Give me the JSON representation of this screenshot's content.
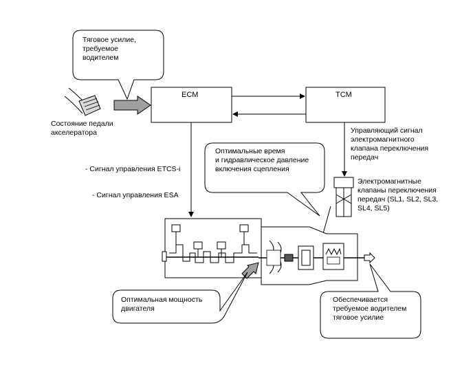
{
  "diagram": {
    "ecm": "ECM",
    "tcm": "TCM",
    "callouts": {
      "driver_force": "Тяговое усилие,\nтребуемое\nводителем",
      "optimal_time": "Оптимальные время\nи гидравлическое давление\nвключения сцепления",
      "optimal_power": "Оптимальная мощность\nдвигателя",
      "provided_force": "Обеспечивается\nтребуемое водителем\nтяговое усилие"
    },
    "labels": {
      "pedal_state": "Состояние педали\nакселератора",
      "etcs_signal": "- Сигнал управления ETCS-i",
      "esa_signal": "- Сигнал управления ESA",
      "solenoid_control": "Управляющий сигнал\nэлектромагнитного\nклапана переключения\nпередач",
      "solenoid_valves": "Электромагнитные\nклапаны переключения\nпередач (SL1, SL2, SL3,\nSL4, SL5)"
    },
    "icons": {
      "pedal": "accelerator-pedal-icon",
      "engine": "engine-icon",
      "transmission": "transmission-icon",
      "solenoid": "solenoid-valve-icon"
    }
  }
}
